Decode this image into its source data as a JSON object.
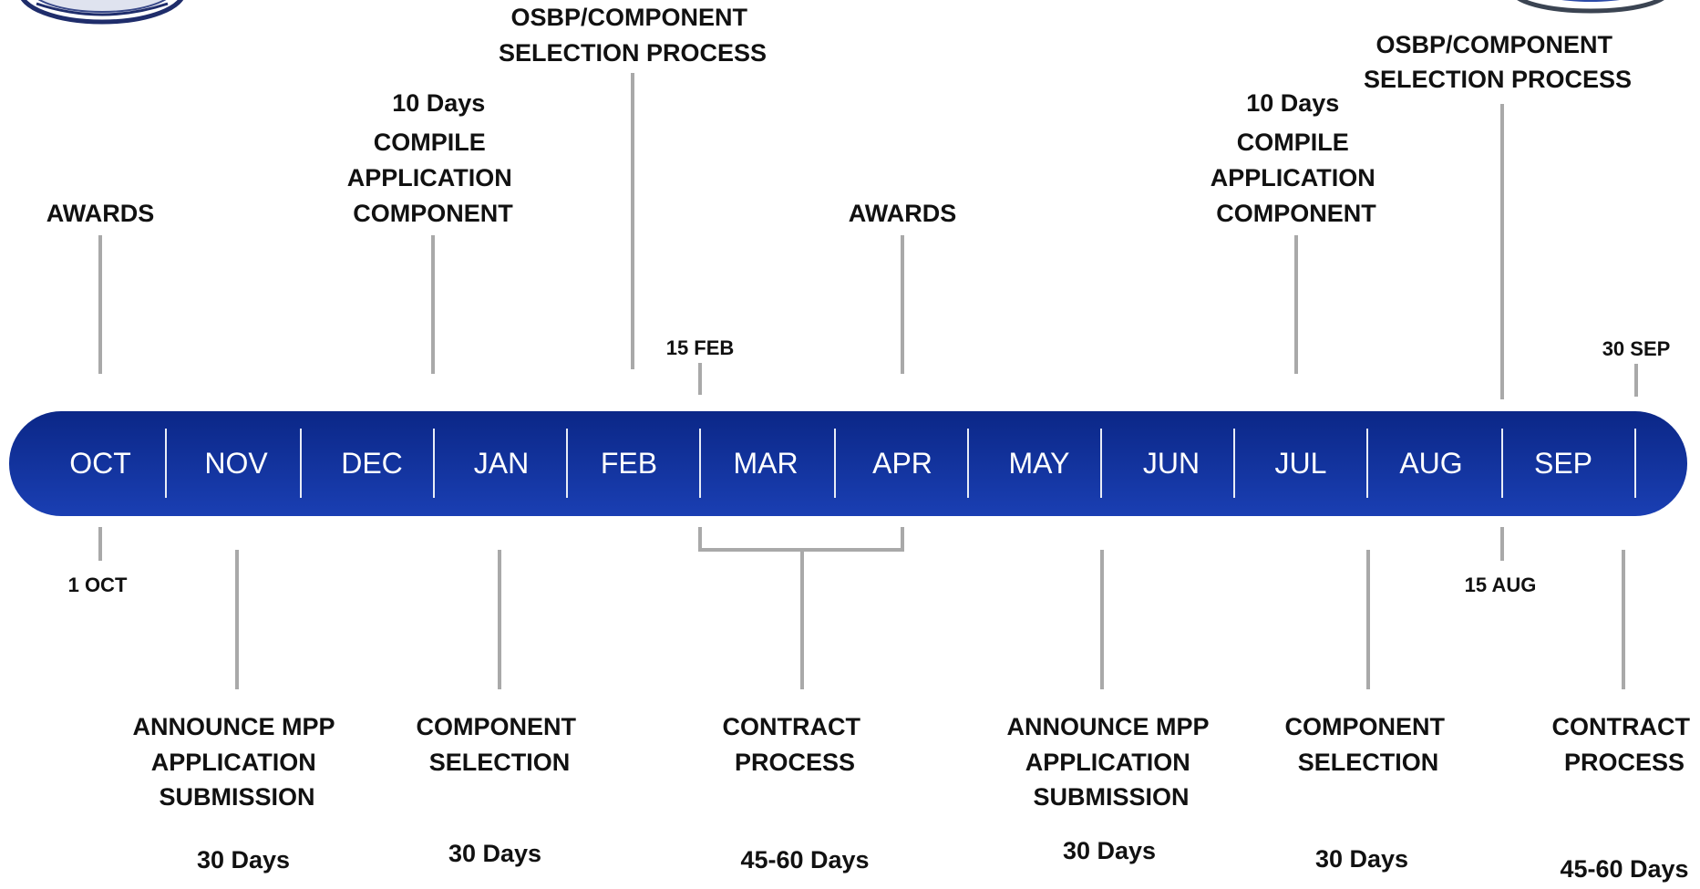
{
  "months": [
    "OCT",
    "NOV",
    "DEC",
    "JAN",
    "FEB",
    "MAR",
    "APR",
    "MAY",
    "JUN",
    "JUL",
    "AUG",
    "SEP"
  ],
  "colors": {
    "bar_dark": "#0b2787",
    "bar_light": "#1a3fb3",
    "connector": "#a9a9a9",
    "text": "#111111"
  },
  "top_events": {
    "awards_oct": {
      "lines": [
        "AWARDS"
      ]
    },
    "compile_dec": {
      "lines": [
        "10 Days",
        "COMPILE",
        "APPLICATION",
        "COMPONENT"
      ]
    },
    "osbp_feb": {
      "lines": [
        "OSBP/COMPONENT",
        "SELECTION PROCESS"
      ]
    },
    "date_15feb": {
      "lines": [
        "15 FEB"
      ]
    },
    "awards_apr": {
      "lines": [
        "AWARDS"
      ]
    },
    "compile_jul": {
      "lines": [
        "10 Days",
        "COMPILE",
        "APPLICATION",
        "COMPONENT"
      ]
    },
    "osbp_aug": {
      "lines": [
        "OSBP/COMPONENT",
        "SELECTION PROCESS"
      ]
    },
    "date_30sep": {
      "lines": [
        "30 SEP"
      ]
    }
  },
  "bottom_events": {
    "date_1oct": {
      "lines": [
        "1 OCT"
      ]
    },
    "announce_nov": {
      "lines": [
        "ANNOUNCE MPP",
        "APPLICATION",
        "SUBMISSION"
      ],
      "duration": "30 Days"
    },
    "selection_jan": {
      "lines": [
        "COMPONENT",
        "SELECTION"
      ],
      "duration": "30 Days"
    },
    "contract_mar": {
      "lines": [
        "CONTRACT",
        "PROCESS"
      ],
      "duration": "45-60 Days"
    },
    "announce_may": {
      "lines": [
        "ANNOUNCE MPP",
        "APPLICATION",
        "SUBMISSION"
      ],
      "duration": "30 Days"
    },
    "selection_aug": {
      "lines": [
        "COMPONENT",
        "SELECTION"
      ],
      "duration": "30 Days"
    },
    "date_15aug": {
      "lines": [
        "15 AUG"
      ]
    },
    "contract_sep": {
      "lines": [
        "CONTRACT",
        "PROCESS"
      ],
      "duration": "45-60 Days"
    }
  }
}
